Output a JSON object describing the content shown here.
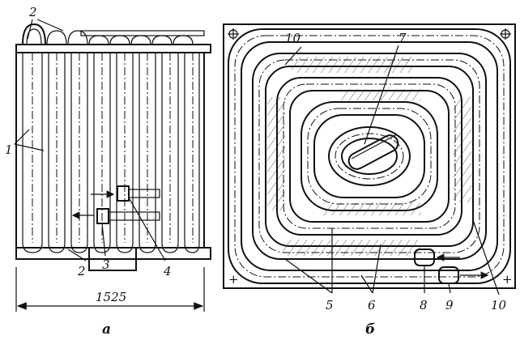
{
  "figure_a": {
    "caption": "а",
    "dimension": "1525",
    "labels": {
      "tubes": "1",
      "collector_top": "2",
      "collector_bottom": "2",
      "fitting_inlet": "3",
      "fitting_outlet": "4"
    }
  },
  "figure_b": {
    "caption": "б",
    "labels": {
      "center_pipe": "7",
      "baffle_top": "10",
      "baffle_right": "10",
      "ribs": "5",
      "channel": "6",
      "inlet_pipe": "8",
      "outlet_pipe": "9"
    },
    "corner_marks": [
      "+",
      "+"
    ]
  }
}
